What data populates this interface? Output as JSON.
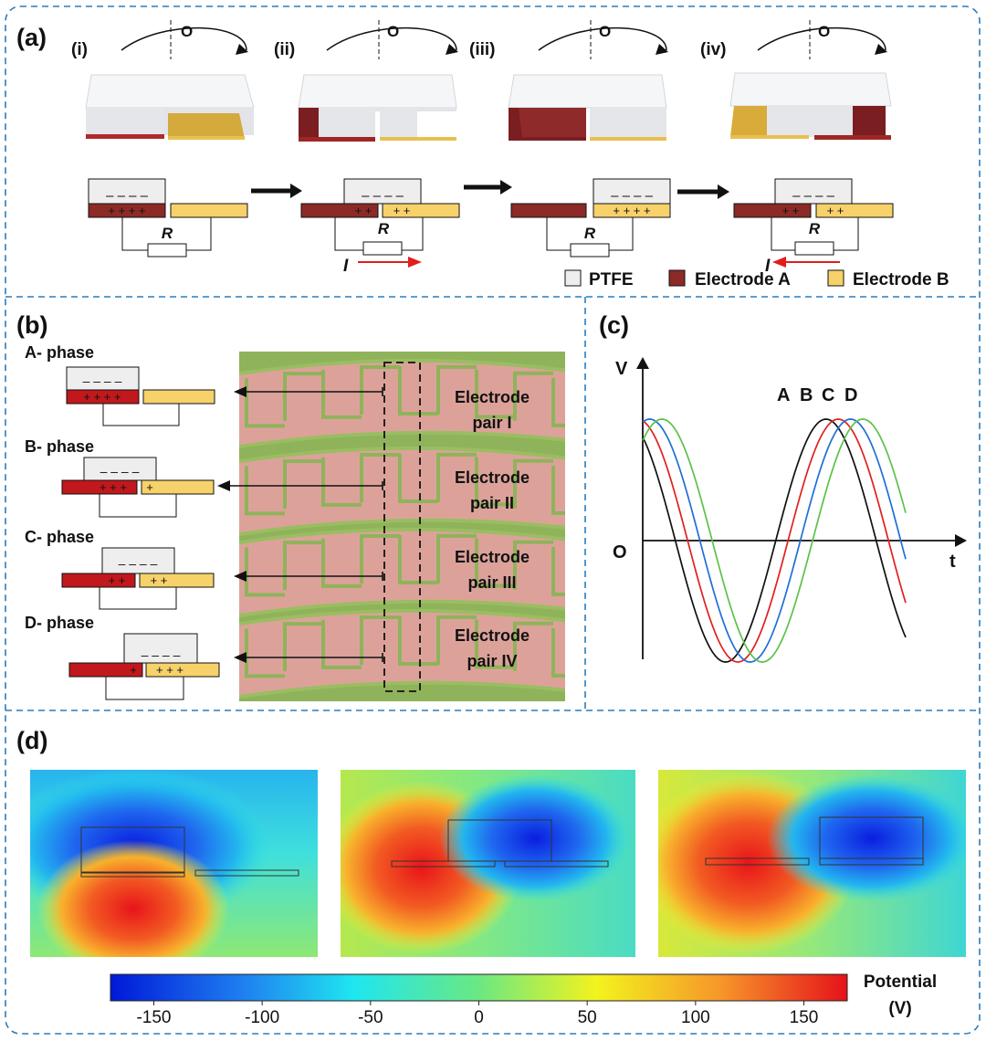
{
  "panel_a": {
    "label": "(a)",
    "states": [
      {
        "label": "(i)",
        "axis": "O",
        "current": "",
        "charges": {
          "ptfe": "– – – –",
          "a": "+ + + +",
          "b": ""
        }
      },
      {
        "label": "(ii)",
        "axis": "O",
        "current": "I",
        "charges": {
          "ptfe": "– – – –",
          "a": "+ +",
          "b": "+ +"
        }
      },
      {
        "label": "(iii)",
        "axis": "O",
        "current": "",
        "charges": {
          "ptfe": "– – – –",
          "a": "",
          "b": "+ + + +"
        }
      },
      {
        "label": "(iv)",
        "axis": "O",
        "current": "I",
        "charges": {
          "ptfe": "– – – –",
          "a": "+ +",
          "b": "+ +"
        }
      }
    ],
    "resistor": "R",
    "legend": {
      "ptfe": "PTFE",
      "a": "Electrode A",
      "b": "Electrode B"
    }
  },
  "panel_b": {
    "label": "(b)",
    "phases": [
      {
        "name": "A- phase",
        "ptfe": "– – – –",
        "a": "+ + + +",
        "b": ""
      },
      {
        "name": "B- phase",
        "ptfe": "– – – –",
        "a": "+ + +",
        "b": "+"
      },
      {
        "name": "C- phase",
        "ptfe": "– – – –",
        "a": "+ +",
        "b": "+ +"
      },
      {
        "name": "D- phase",
        "ptfe": "– – – –",
        "a": "+",
        "b": "+ + +"
      }
    ],
    "pairs": [
      {
        "line1": "Electrode",
        "line2": "pair I"
      },
      {
        "line1": "Electrode",
        "line2": "pair II"
      },
      {
        "line1": "Electrode",
        "line2": "pair III"
      },
      {
        "line1": "Electrode",
        "line2": "pair IV"
      }
    ]
  },
  "panel_c": {
    "label": "(c)",
    "y_axis": "V",
    "x_axis": "t",
    "origin": "O",
    "series": [
      {
        "name": "A",
        "color": "#111111",
        "phase_deg": 0
      },
      {
        "name": "B",
        "color": "#e02020",
        "phase_deg": 22
      },
      {
        "name": "C",
        "color": "#1f6fd6",
        "phase_deg": 44
      },
      {
        "name": "D",
        "color": "#5cc14a",
        "phase_deg": 66
      }
    ]
  },
  "panel_d": {
    "label": "(d)",
    "colorbar": {
      "title_line1": "Potential",
      "title_line2": "(V)",
      "ticks": [
        "-150",
        "-100",
        "-50",
        "0",
        "50",
        "100",
        "150"
      ],
      "range": [
        -170,
        170
      ]
    }
  },
  "colors": {
    "border": "#2b7bbb",
    "ptfe": "#eeeeee",
    "electrode_a": "#8b2a26",
    "electrode_a_bright": "#c0181c",
    "electrode_b": "#f7d16a",
    "pad_bg": "#dca29a",
    "pad_rim": "#8fb35a"
  }
}
